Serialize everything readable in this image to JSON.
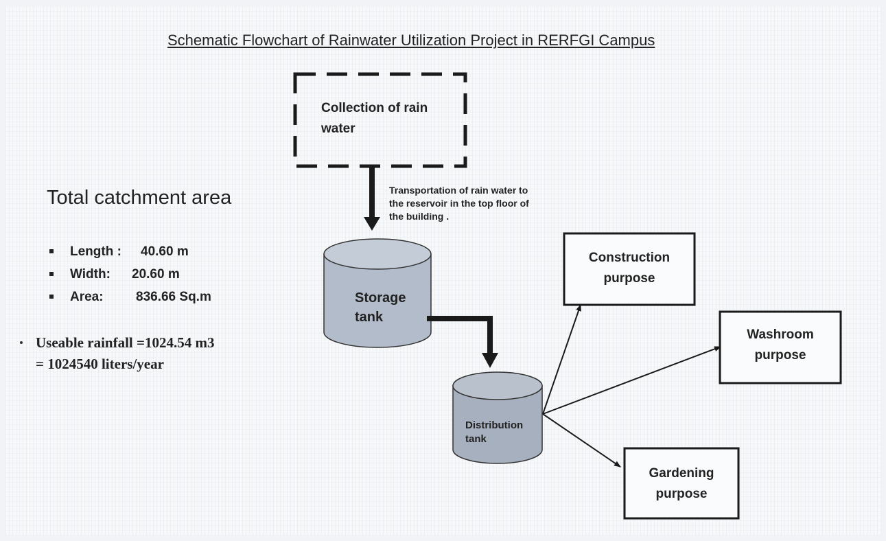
{
  "title": "Schematic Flowchart of Rainwater Utilization Project in RERFGI Campus",
  "collection": {
    "line1": "Collection of rain",
    "line2": "water"
  },
  "transport_note": {
    "line1": "Transportation of rain water to",
    "line2": "the reservoir in the top floor of",
    "line3": "the building ."
  },
  "storage_tank": {
    "line1": "Storage",
    "line2": "tank"
  },
  "distribution_tank": {
    "line1": "Distribution",
    "line2": "tank"
  },
  "purposes": {
    "construction": {
      "line1": "Construction",
      "line2": "purpose"
    },
    "washroom": {
      "line1": "Washroom",
      "line2": "purpose"
    },
    "gardening": {
      "line1": "Gardening",
      "line2": "purpose"
    }
  },
  "catchment": {
    "heading": "Total catchment area",
    "items": [
      {
        "label": "Length :",
        "value": "40.60 m"
      },
      {
        "label": "Width:",
        "value": "20.60 m"
      },
      {
        "label": "Area:",
        "value": "836.66 Sq.m"
      }
    ]
  },
  "rainfall": {
    "line1": "Useable rainfall =1024.54 m3",
    "line2": "= 1024540 liters/year"
  },
  "colors": {
    "tank_fill": "#b2bccb",
    "tank_top": "#c4ccd8",
    "ink": "#1a1a1a",
    "box_border": "#1a1a1a"
  }
}
